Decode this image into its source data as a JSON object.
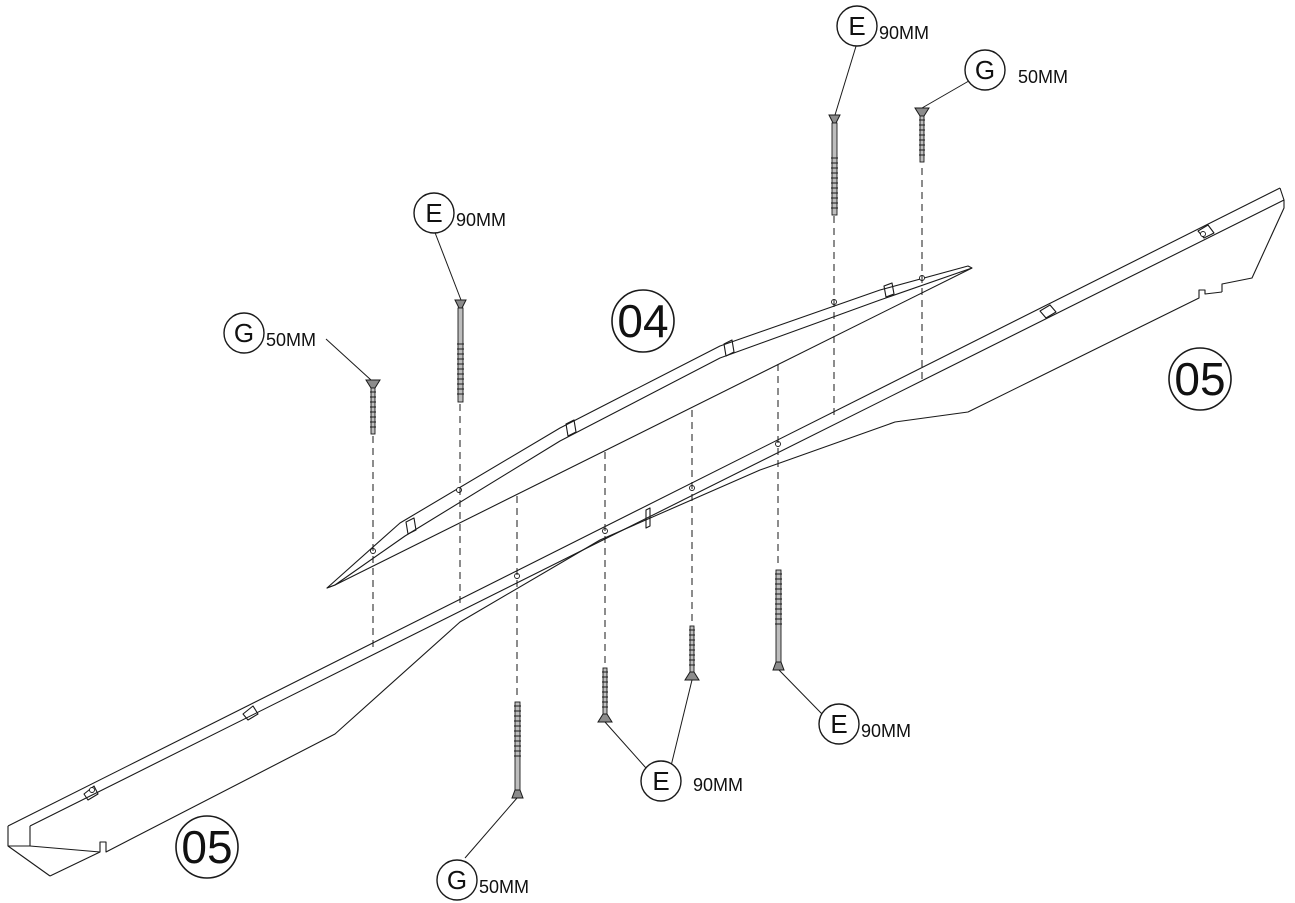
{
  "parts": {
    "part_04": "04",
    "part_05_right": "05",
    "part_05_left": "05"
  },
  "screws": {
    "s1": {
      "code": "G",
      "size": "50MM"
    },
    "s2": {
      "code": "E",
      "size": "90MM"
    },
    "s3": {
      "code": "E",
      "size": "90MM"
    },
    "s4": {
      "code": "G",
      "size": "50MM"
    },
    "s5": {
      "code": "E",
      "size": "90MM"
    },
    "s6": {
      "code": "E",
      "size": "90MM"
    },
    "s7": {
      "code": "G",
      "size": "50MM"
    }
  }
}
